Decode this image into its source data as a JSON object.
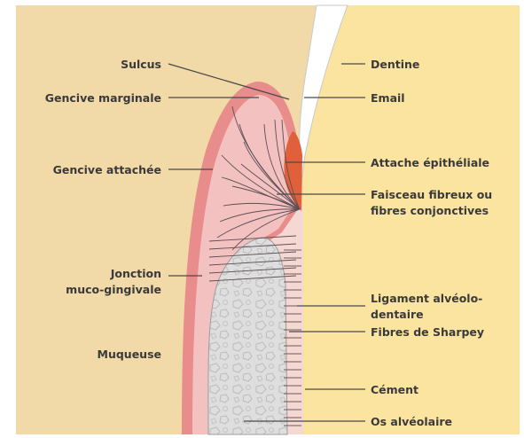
{
  "colors": {
    "background": "#f1d9a8",
    "dentine": "#fbe3a0",
    "enamel": "#ffffff",
    "gum": "#f3c2c0",
    "gum_outer": "#e88c8c",
    "epithelial_attachment": "#e0603c",
    "bone": "#dcdcdc",
    "ligament": "#f6d8d2"
  },
  "labels": {
    "sulcus": "Sulcus",
    "gencive_marginale": "Gencive marginale",
    "gencive_attachee": "Gencive attachée",
    "jonction_line1": "Jonction",
    "jonction_line2": "muco-gingivale",
    "muqueuse": "Muqueuse",
    "dentine": "Dentine",
    "email": "Email",
    "attache": "Attache épithéliale",
    "faisceau_line1": "Faisceau fibreux ou",
    "faisceau_line2": "fibres conjonctives",
    "ligament_line1": "Ligament alvéolo-",
    "ligament_line2": "dentaire",
    "sharpey": "Fibres de Sharpey",
    "cement": "Cément",
    "os": "Os alvéolaire"
  }
}
